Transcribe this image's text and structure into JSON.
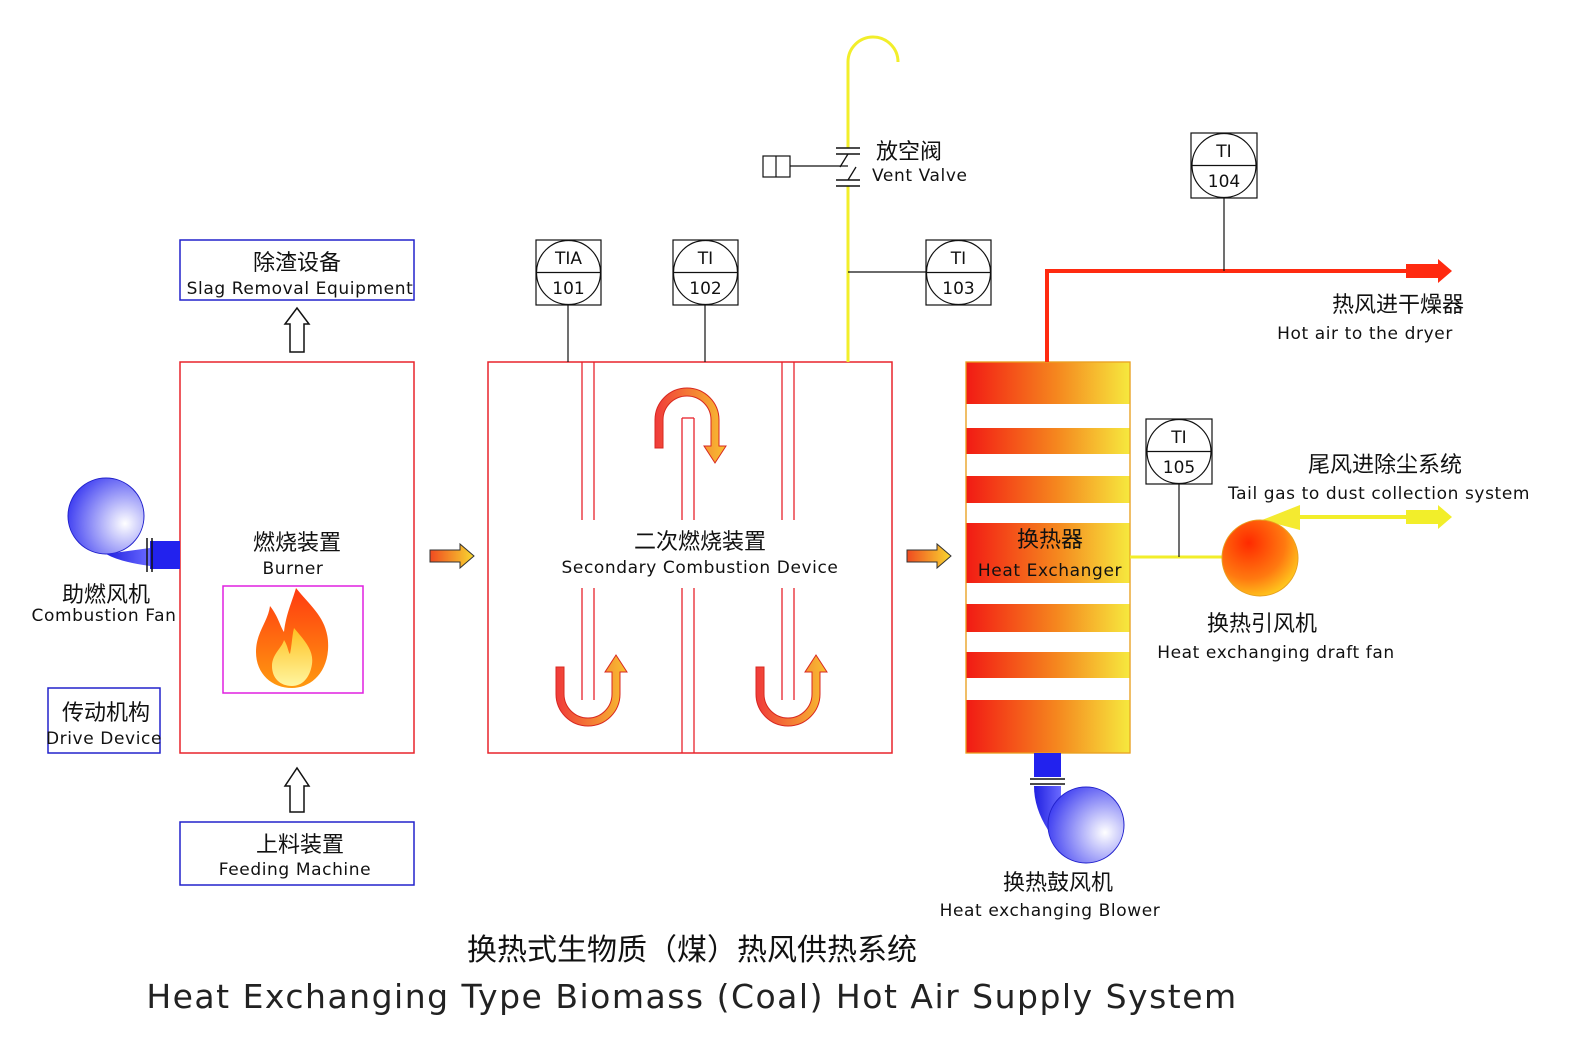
{
  "title": {
    "cn": "换热式生物质（煤）热风供热系统",
    "en": "Heat Exchanging Type Biomass (Coal) Hot Air Supply System"
  },
  "slag_removal": {
    "cn": "除渣设备",
    "en": "Slag Removal Equipment"
  },
  "burner": {
    "cn": "燃烧装置",
    "en": "Burner"
  },
  "feeding_machine": {
    "cn": "上料装置",
    "en": "Feeding Machine"
  },
  "combustion_fan": {
    "cn": "助燃风机",
    "en": "Combustion Fan"
  },
  "drive_device": {
    "cn": "传动机构",
    "en": "Drive Device"
  },
  "secondary_combustion": {
    "cn": "二次燃烧装置",
    "en": "Secondary Combustion Device"
  },
  "vent_valve": {
    "cn": "放空阀",
    "en": "Vent Valve"
  },
  "heat_exchanger": {
    "cn": "换热器",
    "en": "Heat Exchanger"
  },
  "hot_air_out": {
    "cn": "热风进干燥器",
    "en": "Hot air to the dryer"
  },
  "tail_gas": {
    "cn": "尾风进除尘系统",
    "en": "Tail gas to dust collection system"
  },
  "draft_fan": {
    "cn": "换热引风机",
    "en": "Heat exchanging draft fan"
  },
  "blower": {
    "cn": "换热鼓风机",
    "en": "Heat exchanging Blower"
  },
  "instruments": [
    {
      "type": "TIA",
      "number": "101"
    },
    {
      "type": "TI",
      "number": "102"
    },
    {
      "type": "TI",
      "number": "103"
    },
    {
      "type": "TI",
      "number": "104"
    },
    {
      "type": "TI",
      "number": "105"
    }
  ],
  "colors": {
    "hot_pipe": "#ff2a10",
    "flue_pipe": "#f2ee2a",
    "box_red": "#e8242c",
    "box_blue": "#2222cc",
    "fan_blue": "#3a3aff",
    "fire_box": "#e020e0"
  }
}
